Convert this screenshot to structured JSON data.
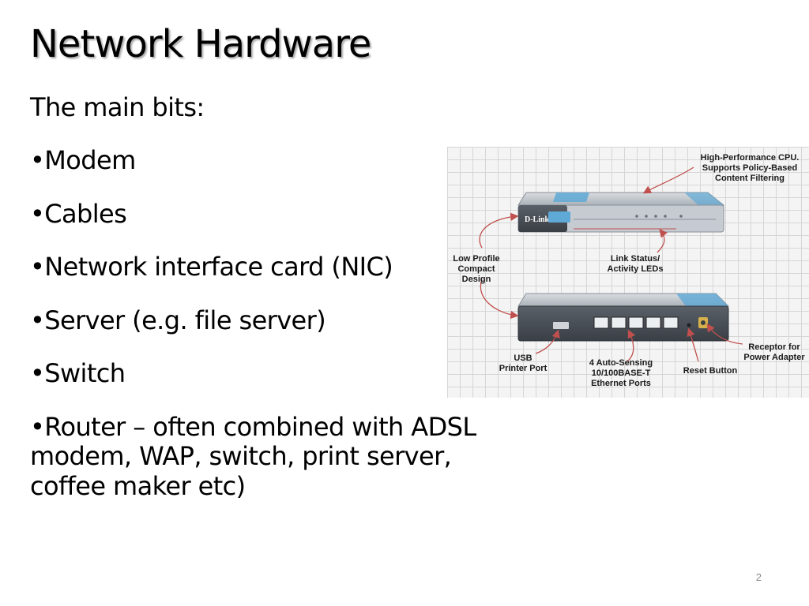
{
  "slide": {
    "title": "Network Hardware",
    "intro": "The main bits:",
    "bullets": [
      "•Modem",
      "•Cables",
      "•Network interface card (NIC)",
      "•Server (e.g. file server)",
      "•Switch",
      "•Router – often combined with ADSL modem, WAP, switch, print server, coffee maker etc)"
    ],
    "page_number": "2"
  },
  "figure": {
    "brand": "D-Link",
    "callouts": {
      "cpu": "High-Performance CPU.\nSupports Policy-Based\nContent Filtering",
      "profile": "Low Profile\nCompact\nDesign",
      "leds": "Link Status/\nActivity LEDs",
      "usb": "USB\nPrinter Port",
      "ethernet": "4 Auto-Sensing\n10/100BASE-T\nEthernet Ports",
      "reset": "Reset Button",
      "power": "Receptor for\nPower Adapter"
    },
    "colors": {
      "arrow": "#c0504d",
      "device_body": "#b8bfc6",
      "device_panel": "#4a5058",
      "accent": "#5fa9d6"
    }
  }
}
